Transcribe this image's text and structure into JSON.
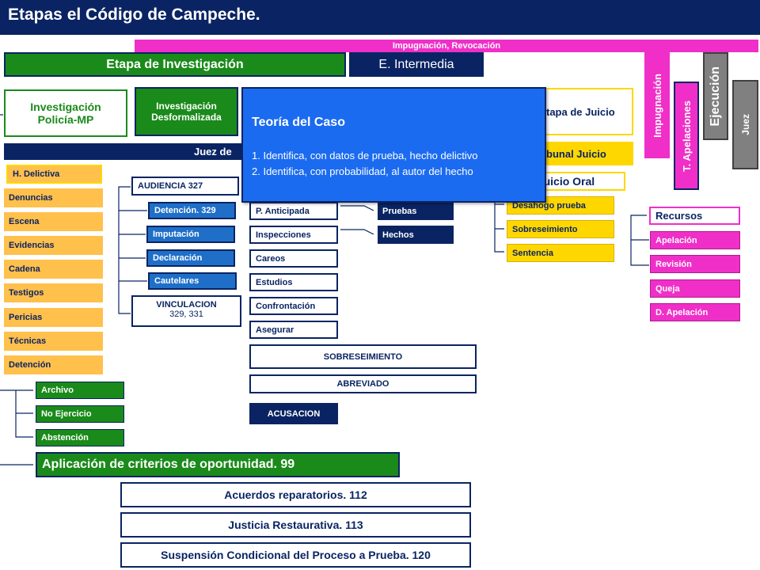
{
  "title": "Etapas el Código de Campeche.",
  "impugnacion_banner": "Impugnación,  Revocación",
  "stages": {
    "investigacion": "Etapa de Investigación",
    "intermedia": "E. Intermedia",
    "juicio": "Etapa de Juicio",
    "tribunal": "Tribunal Juicio",
    "oral": "Juicio Oral",
    "juez_bar": "Juez de"
  },
  "investigacion_boxes": {
    "policia": "Investigación Policía-MP",
    "desformalizada": "Investigación Desformalizada"
  },
  "vertical_labels": {
    "impugnacion": "Impugnación",
    "apelaciones": "T. Apelaciones",
    "ejecucion": "Ejecución",
    "juez": "Juez"
  },
  "left_items": [
    "H. Delictiva",
    "Denuncias",
    "Escena",
    "Evidencias",
    "Cadena",
    "Testigos",
    "Pericias",
    "Técnicas",
    "Detención"
  ],
  "audiencia": {
    "header": "AUDIENCIA  327",
    "items": [
      "Detención.  329",
      "Imputación",
      "Declaración",
      "Cautelares"
    ],
    "vinculacion_title": "VINCULACION",
    "vinculacion_sub": "329,  331"
  },
  "intermedia_items": [
    "P. Anticipada",
    "Inspecciones",
    "Careos",
    "Estudios",
    "Confrontación",
    "Asegurar"
  ],
  "pruebas": "Pruebas",
  "hechos": "Hechos",
  "juicio_items": [
    "Desahogo  prueba",
    "Sobreseimiento",
    "Sentencia"
  ],
  "recursos": {
    "header": "Recursos",
    "items": [
      "Apelación",
      "Revisión",
      "Queja",
      "D. Apelación"
    ]
  },
  "sobreseimiento": "SOBRESEIMIENTO",
  "abreviado": "ABREVIADO",
  "acusacion": "ACUSACION",
  "archivo_items": [
    "Archivo",
    "No Ejercicio",
    "Abstención"
  ],
  "oportunidad": "Aplicación de criterios de oportunidad.  99",
  "acuerdos": "Acuerdos reparatorios. 112",
  "justicia": "Justicia Restaurativa. 113",
  "suspension": "Suspensión Condicional del Proceso a Prueba. 120",
  "popup": {
    "title": "Teoría del Caso",
    "items": [
      "Identifica, con datos de prueba, hecho delictivo",
      "Identifica, con probabilidad, al autor del hecho"
    ]
  }
}
